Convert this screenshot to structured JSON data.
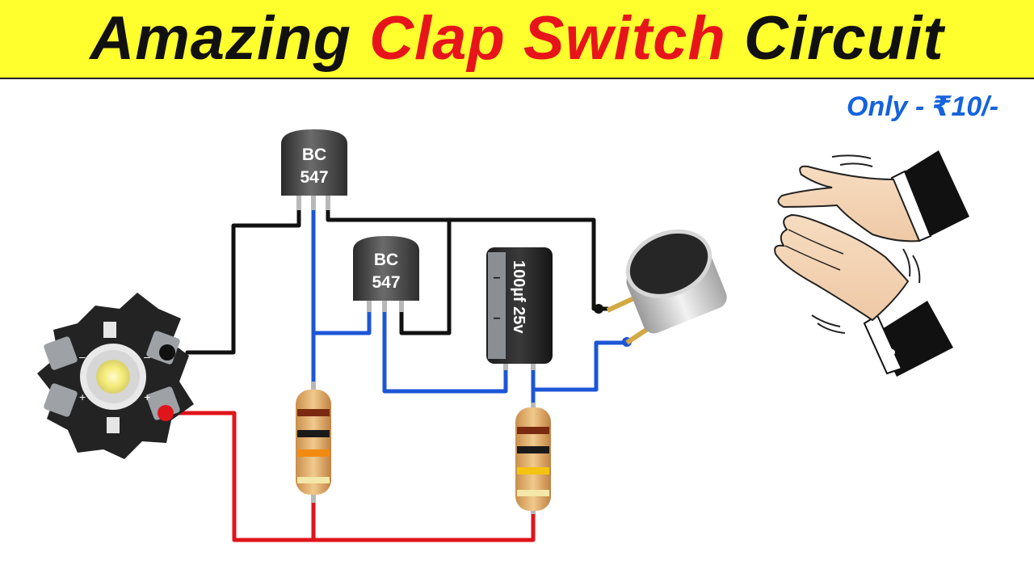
{
  "banner": {
    "title_part1": "Amazing ",
    "title_part2": "Clap Switch",
    "title_part3": " Circuit"
  },
  "price": "Only - ₹10/-",
  "transistor1": {
    "line1": "BC",
    "line2": "547"
  },
  "transistor2": {
    "line1": "BC",
    "line2": "547"
  },
  "capacitor": {
    "label": "100µf 25v"
  },
  "colors": {
    "banner_bg": "#ffff2e",
    "title_black": "#111111",
    "title_red": "#e8141b",
    "price_blue": "#1563dd",
    "wire_black": "#111111",
    "wire_blue": "#1c56d6",
    "wire_red": "#e0141b"
  }
}
